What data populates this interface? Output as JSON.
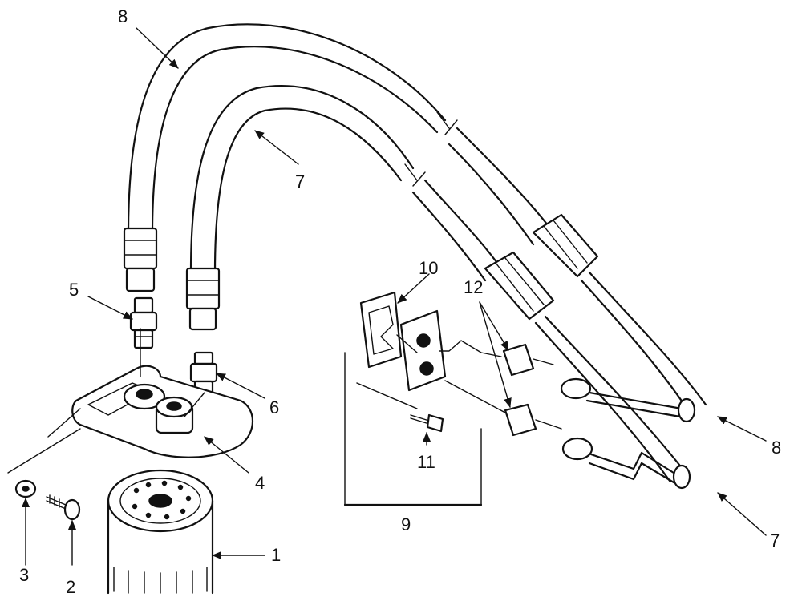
{
  "callouts": [
    {
      "id": "1",
      "text": "1"
    },
    {
      "id": "2",
      "text": "2"
    },
    {
      "id": "3",
      "text": "3"
    },
    {
      "id": "4",
      "text": "4"
    },
    {
      "id": "5",
      "text": "5"
    },
    {
      "id": "6",
      "text": "6"
    },
    {
      "id": "7a",
      "text": "7"
    },
    {
      "id": "7b",
      "text": "7"
    },
    {
      "id": "8a",
      "text": "8"
    },
    {
      "id": "8b",
      "text": "8"
    },
    {
      "id": "9",
      "text": "9"
    },
    {
      "id": "10",
      "text": "10"
    },
    {
      "id": "11",
      "text": "11"
    },
    {
      "id": "12",
      "text": "12"
    }
  ]
}
